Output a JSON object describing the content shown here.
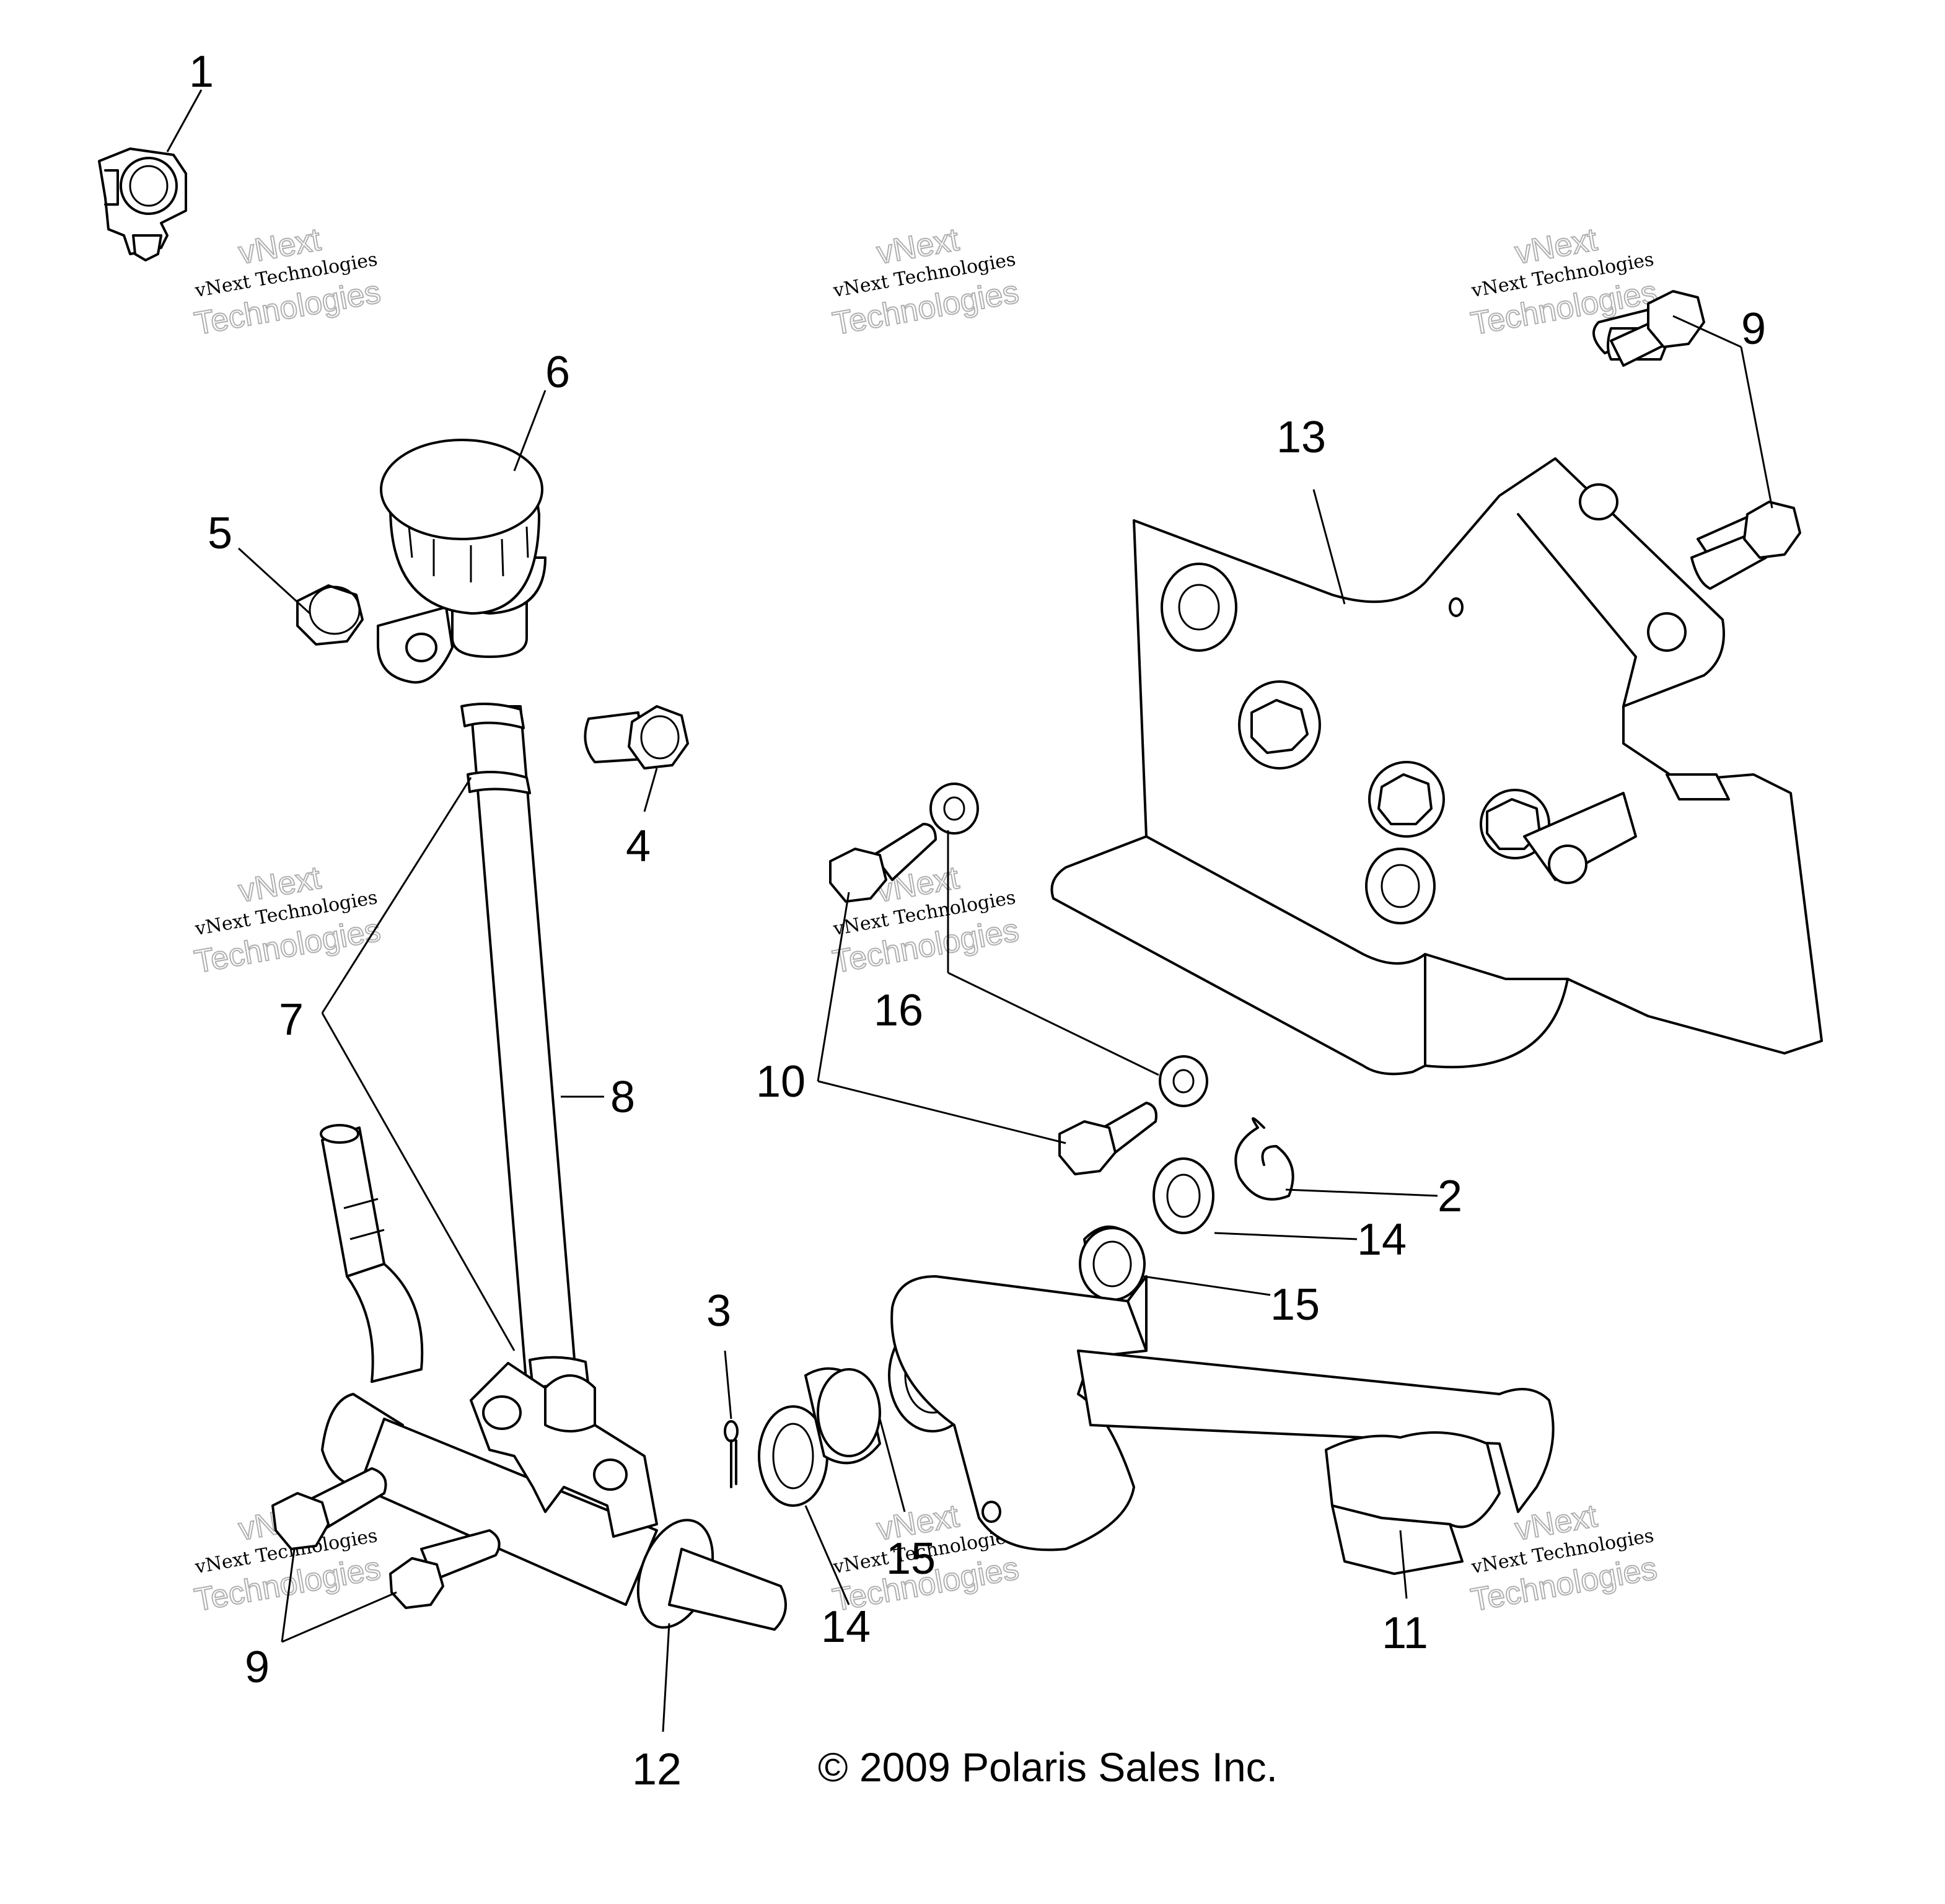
{
  "watermark": {
    "line1": "vNext Technologies",
    "line2": "vNext",
    "line3": "Technologies"
  },
  "callouts": {
    "c1": "1",
    "c2": "2",
    "c3": "3",
    "c4": "4",
    "c5": "5",
    "c6": "6",
    "c7": "7",
    "c8": "8",
    "c9a": "9",
    "c9b": "9",
    "c10": "10",
    "c11": "11",
    "c12": "12",
    "c13": "13",
    "c14a": "14",
    "c14b": "14",
    "c15a": "15",
    "c15b": "15",
    "c16": "16"
  },
  "copyright": "© 2009 Polaris Sales Inc."
}
